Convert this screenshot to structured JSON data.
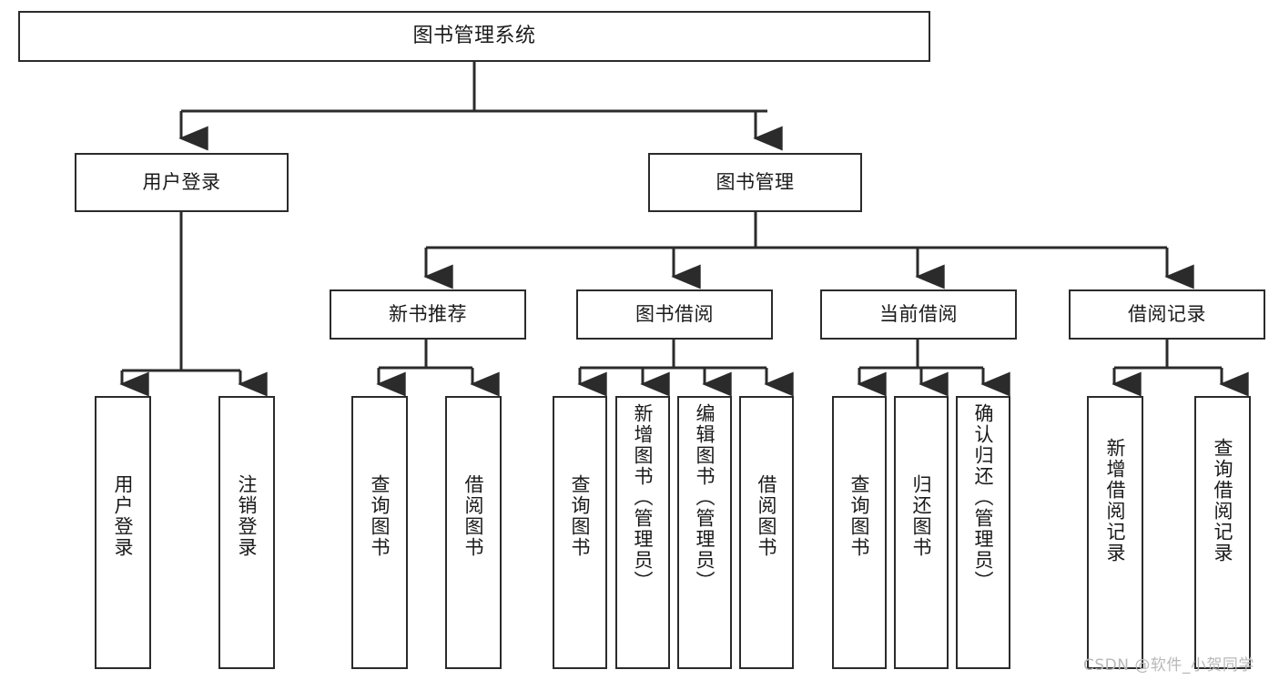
{
  "diagram": {
    "title": "图书管理系统",
    "type": "hierarchy-tree",
    "levels": 4,
    "colors": {
      "box_border": "#2b2b2b",
      "box_fill": "#ffffff",
      "connector": "#2b2b2b",
      "text": "#1a1a1a",
      "watermark": "#b8b8b8",
      "background": "#ffffff"
    }
  },
  "root": {
    "label": "图书管理系统"
  },
  "level2": [
    {
      "label": "用户登录"
    },
    {
      "label": "图书管理"
    }
  ],
  "level3": [
    {
      "label": "新书推荐"
    },
    {
      "label": "图书借阅"
    },
    {
      "label": "当前借阅"
    },
    {
      "label": "借阅记录"
    }
  ],
  "leaves": {
    "user_login": [
      {
        "label": "用户登录"
      },
      {
        "label": "注销登录"
      }
    ],
    "new_book_recommend": [
      {
        "label": "查询图书"
      },
      {
        "label": "借阅图书"
      }
    ],
    "book_borrow": [
      {
        "label": "查询图书"
      },
      {
        "label": "新增图书（管理员）"
      },
      {
        "label": "编辑图书（管理员）"
      },
      {
        "label": "借阅图书"
      }
    ],
    "current_borrow": [
      {
        "label": "查询图书"
      },
      {
        "label": "归还图书"
      },
      {
        "label": "确认归还（管理员）"
      }
    ],
    "borrow_record": [
      {
        "label": "新增借阅记录"
      },
      {
        "label": "查询借阅记录"
      }
    ]
  },
  "watermark": {
    "text": "CSDN @软件_小贺同学"
  }
}
